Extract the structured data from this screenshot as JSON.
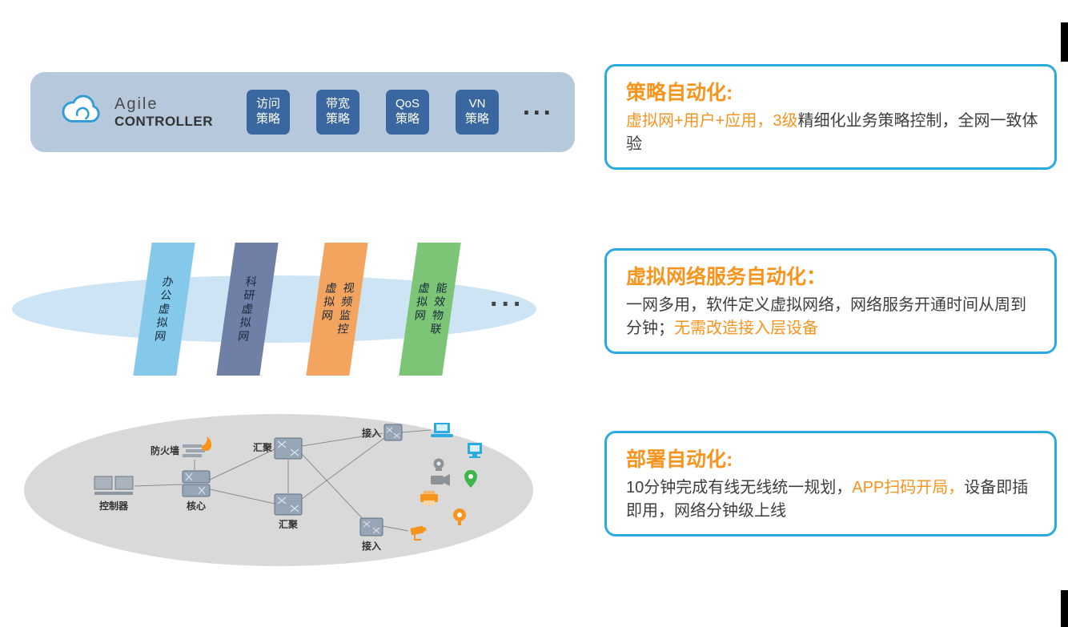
{
  "colors": {
    "accent_orange": "#F7941E",
    "callout_border_blue": "#29ABE2",
    "controller_bar_bg": "#B6C8DB",
    "policy_box_bg": "#3A67A0",
    "vn_ellipse_blue": "#CDE4F5",
    "physical_ellipse_gray": "#D9D9D9",
    "body_text": "#3E3E3E"
  },
  "controller_bar": {
    "logo_line1": "Agile",
    "logo_line2": "CONTROLLER",
    "policies": [
      {
        "line1": "访问",
        "line2": "策略"
      },
      {
        "line1": "带宽",
        "line2": "策略"
      },
      {
        "line1": "QoS",
        "line2": "策略"
      },
      {
        "line1": "VN",
        "line2": "策略"
      }
    ],
    "ellipsis": "..."
  },
  "virtual_networks": {
    "ellipsis": "...",
    "planes": [
      {
        "label": "办公虚拟网",
        "columns": [
          "办公虚拟网"
        ],
        "color": "#85C9EA"
      },
      {
        "label": "科研虚拟网",
        "columns": [
          "科研虚拟网"
        ],
        "color": "#6F7FA6"
      },
      {
        "label": "视频监控虚拟网",
        "columns": [
          "视频监控",
          "虚拟网"
        ],
        "color": "#F3A45F"
      },
      {
        "label": "能效物联虚拟网",
        "columns": [
          "能效物联",
          "虚拟网"
        ],
        "color": "#7CC576"
      }
    ]
  },
  "physical_network": {
    "nodes": [
      {
        "label": "控制器"
      },
      {
        "label": "防火墙"
      },
      {
        "label": "核心"
      },
      {
        "label": "汇聚"
      },
      {
        "label": "汇聚"
      },
      {
        "label": "接入"
      },
      {
        "label": "接入"
      }
    ],
    "device_icons": [
      "laptop-icon",
      "monitor-icon",
      "webcam-icon",
      "camcorder-icon",
      "location-pin-icon",
      "printer-icon",
      "wireless-ap-icon",
      "cctv-camera-icon"
    ]
  },
  "callouts": [
    {
      "title": "策略自动化:",
      "segments": [
        {
          "text": "虚拟网+用户+应用，3级",
          "color": "orange"
        },
        {
          "text": "精细化业务策略控制，全网一致体验",
          "color": "dark"
        }
      ]
    },
    {
      "title": "虚拟网络服务自动化：",
      "segments": [
        {
          "text": "一网多用，软件定义虚拟网络，网络服务开通时间从周到分钟；",
          "color": "dark"
        },
        {
          "text": "无需改造接入层设备",
          "color": "orange"
        }
      ]
    },
    {
      "title": "部署自动化:",
      "segments": [
        {
          "text": "10分钟完成有线无线统一规划，",
          "color": "dark"
        },
        {
          "text": "APP扫码开局，",
          "color": "orange"
        },
        {
          "text": "设备即插即用，网络分钟级上线",
          "color": "dark"
        }
      ]
    }
  ]
}
